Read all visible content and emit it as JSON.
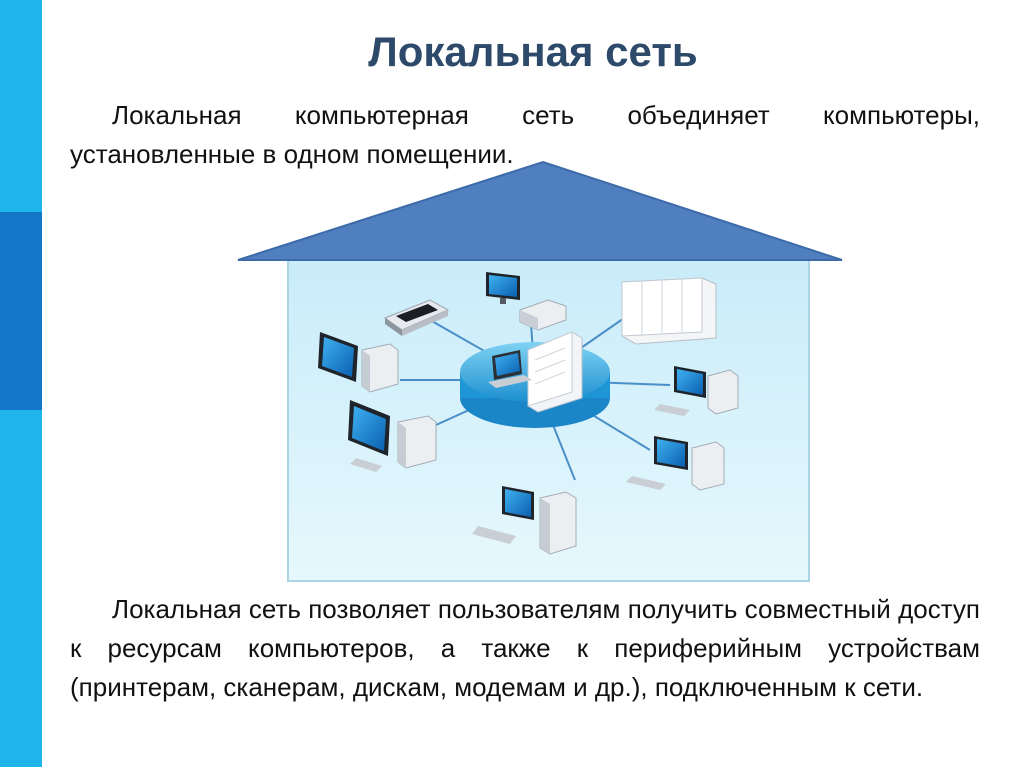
{
  "slide": {
    "title": "Локальная сеть",
    "intro_text": "Локальная компьютерная сеть объединяет компьютеры, установленные в одном помещении.",
    "body_text": "Локальная сеть позволяет пользователям получить совместный доступ к ресурсам компьютеров, а также к периферийным устройствам (принтерам, сканерам, дискам, модемам и др.), подключенным к сети."
  },
  "colors": {
    "side_bar_light": "#1fb4ea",
    "side_bar_dark": "#1577c9",
    "title": "#2d4a6b",
    "roof": "#4f7fbf",
    "house_fill": "#d3f1fb",
    "hub": "#2fa8df",
    "cable": "#4a8ec8"
  },
  "diagram": {
    "icons": [
      "server-icon",
      "laptop-icon",
      "scanner-icon",
      "desktop-computer-icon",
      "server-rack-icon"
    ]
  }
}
